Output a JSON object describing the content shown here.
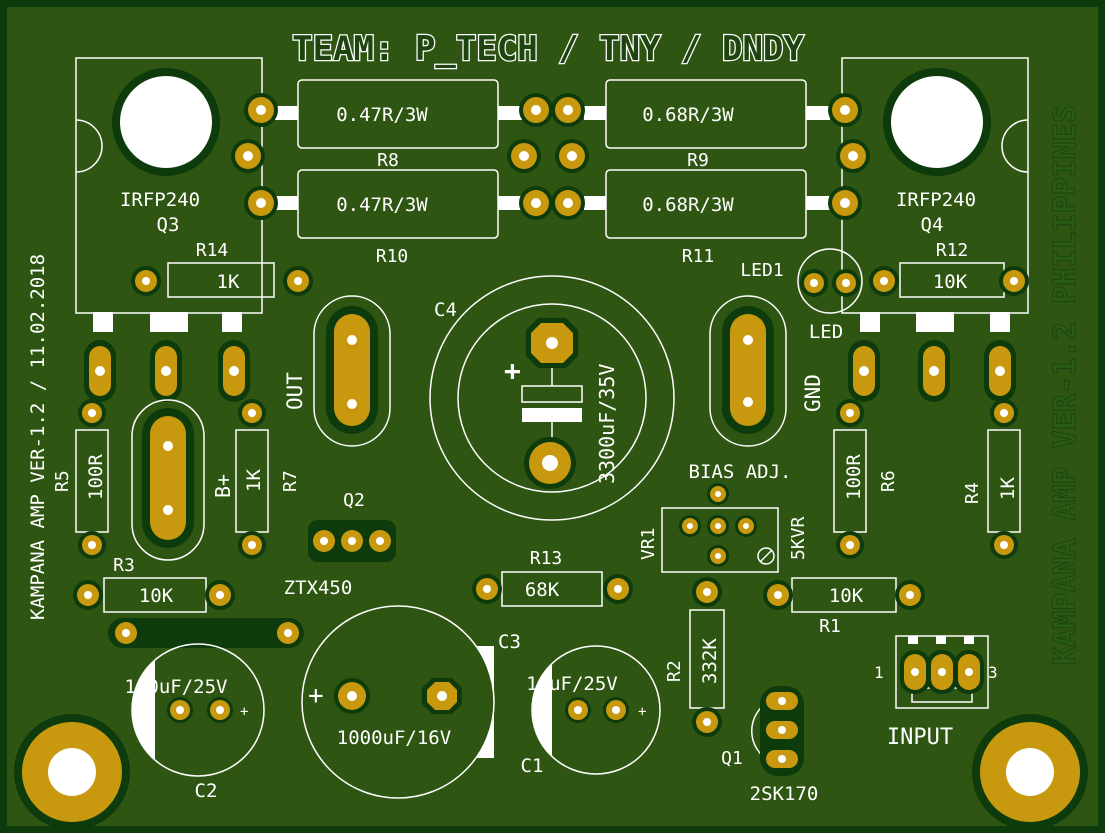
{
  "board": {
    "title": "TEAM: P_TECH / TNY / DNDY",
    "side_text_left": "KAMPANA AMP VER-1.2 / 11.02.2018",
    "side_text_right": "KAMPANA AMP VER-1.2 PHILIPPINES",
    "colors": {
      "board": "#2e5512",
      "mask": "#0d3b0b",
      "copper": "#c8980e",
      "silk": "#ffffff"
    }
  },
  "labels": {
    "r8_value": "0.47R/3W",
    "r8": "R8",
    "r9_value": "0.68R/3W",
    "r9": "R9",
    "r10_value": "0.47R/3W",
    "r10": "R10",
    "r11_value": "0.68R/3W",
    "r11": "R11",
    "q3_part": "IRFP240",
    "q3": "Q3",
    "q4_part": "IRFP240",
    "q4": "Q4",
    "r14": "R14",
    "r14_value": "1K",
    "r12": "R12",
    "r12_value": "10K",
    "led1": "LED1",
    "led": "LED",
    "c4": "C4",
    "c4_value": "3300uF/35V",
    "plus": "+",
    "out": "OUT",
    "gnd": "GND",
    "r5": "R5",
    "r5_value": "100R",
    "b_plus": "B+",
    "r7": "R7",
    "r7_value": "1K",
    "q2": "Q2",
    "q2_part": "ZTX450",
    "r3": "R3",
    "r3_value": "10K",
    "bias_adj": "BIAS ADJ.",
    "vr1": "VR1",
    "vr1_value": "5KVR",
    "r6": "R6",
    "r6_value": "100R",
    "r4": "R4",
    "r4_value": "1K",
    "r13": "R13",
    "r13_value": "68K",
    "r1": "R1",
    "r1_value": "10K",
    "c3": "C3",
    "c3_value": "1000uF/16V",
    "c2": "C2",
    "c2_value": "100uF/25V",
    "c1": "C1",
    "c1_value": "10uF/25V",
    "r2": "R2",
    "r2_value": "332K",
    "q1": "Q1",
    "q1_part": "2SK170",
    "input": "INPUT",
    "pin1": "1",
    "pin3": "3"
  }
}
